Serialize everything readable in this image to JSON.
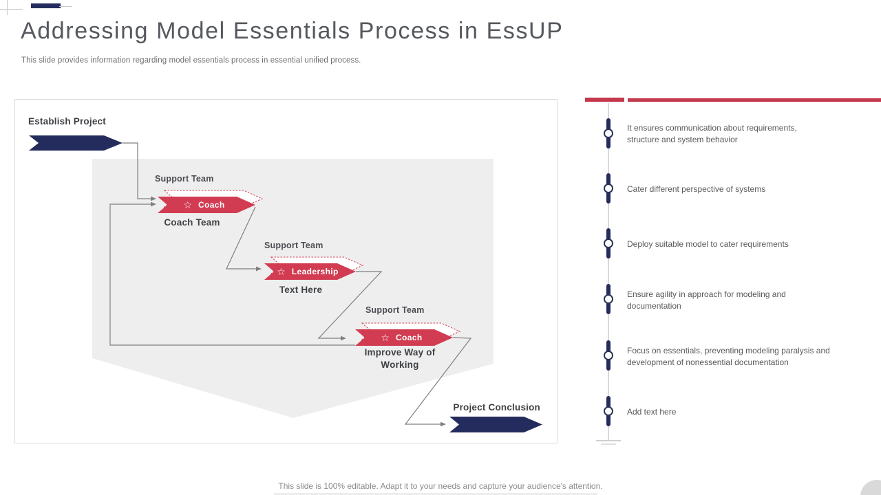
{
  "slide": {
    "title": "Addressing Model Essentials Process in EssUP",
    "subtitle": "This slide provides information regarding model essentials process in essential unified process.",
    "footer": "This slide is 100% editable. Adapt it to your needs and capture your audience's attention."
  },
  "flowchart": {
    "start_label": "Establish Project",
    "end_label": "Project Conclusion",
    "star_icon": "☆",
    "steps": [
      {
        "above": "Support Team",
        "badge": "Coach",
        "below": "Coach Team"
      },
      {
        "above": "Support Team",
        "badge": "Leadership",
        "below": "Text Here"
      },
      {
        "above": "Support Team",
        "badge": "Coach",
        "below": "Improve Way of Working"
      }
    ]
  },
  "timeline": {
    "items": [
      "It ensures communication about requirements, structure and system behavior",
      "Cater different perspective of systems",
      "Deploy suitable model to cater requirements",
      "Ensure agility in approach for modeling and documentation",
      "Focus on essentials, preventing modeling paralysis and development of nonessential documentation",
      "Add text here"
    ]
  },
  "colors": {
    "navy": "#232C5C",
    "red": "#D23C52",
    "accent_bar_red": "#C4384E",
    "diagram_background": "#EEEEEF",
    "connector_gray": "#7F7F7F",
    "body_text": "#595959"
  }
}
